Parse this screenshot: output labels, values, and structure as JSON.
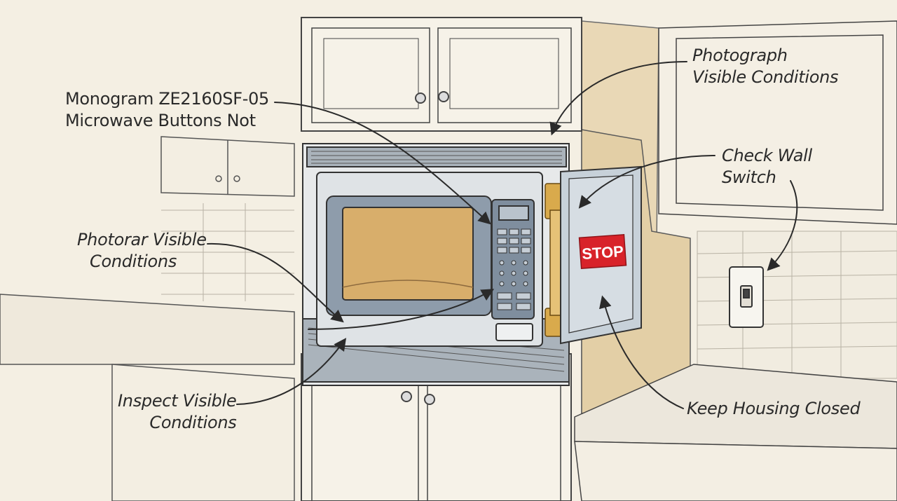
{
  "callouts": {
    "monogram": [
      "Monogram ZE2160SF-05",
      "Microwave Buttons Not"
    ],
    "photograph": [
      "Photograph",
      "Visible Conditions"
    ],
    "wall_switch": [
      "Check Wall",
      "Switch"
    ],
    "photorar": [
      "Photorar Visible",
      "Conditions"
    ],
    "inspect": [
      "Inspect Visible",
      "Conditions"
    ],
    "housing": [
      "Keep Housing Closed"
    ]
  },
  "stop_sign": "STOP",
  "colors": {
    "background": "#f4efe3",
    "ink": "#3a3a3a",
    "steel": "#b9c3cc",
    "panel": "#8f9dac",
    "window": "#d9b06f",
    "hinge": "#d7a94d",
    "stop_red": "#d8232a",
    "wall_tan": "#e8d7b5"
  }
}
